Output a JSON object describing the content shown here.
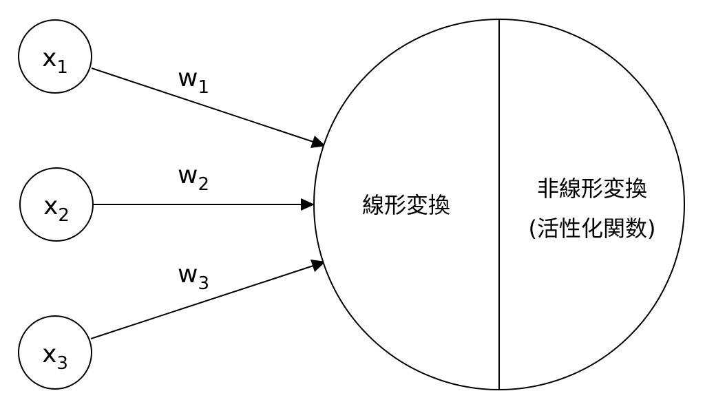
{
  "inputs": [
    {
      "base": "x",
      "sub": "1"
    },
    {
      "base": "x",
      "sub": "2"
    },
    {
      "base": "x",
      "sub": "3"
    }
  ],
  "weights": [
    {
      "base": "w",
      "sub": "1"
    },
    {
      "base": "w",
      "sub": "2"
    },
    {
      "base": "w",
      "sub": "3"
    }
  ],
  "neuron": {
    "left_label": "線形変換",
    "right_label_line1": "非線形変換",
    "right_label_line2": "(活性化関数)"
  },
  "colors": {
    "stroke": "#000000",
    "background": "#ffffff"
  }
}
